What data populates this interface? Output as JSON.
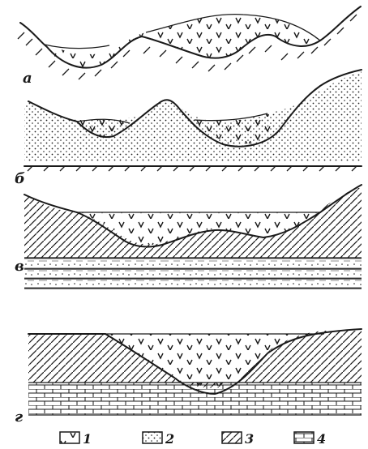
{
  "panels": [
    {
      "id": "a",
      "label": "а"
    },
    {
      "id": "b",
      "label": "б"
    },
    {
      "id": "v",
      "label": "в"
    },
    {
      "id": "g",
      "label": "г"
    }
  ],
  "legend": [
    {
      "number": "1",
      "pattern": "v-marks"
    },
    {
      "number": "2",
      "pattern": "dotted-sand"
    },
    {
      "number": "3",
      "pattern": "diagonal-hatch"
    },
    {
      "number": "4",
      "pattern": "brick"
    }
  ]
}
